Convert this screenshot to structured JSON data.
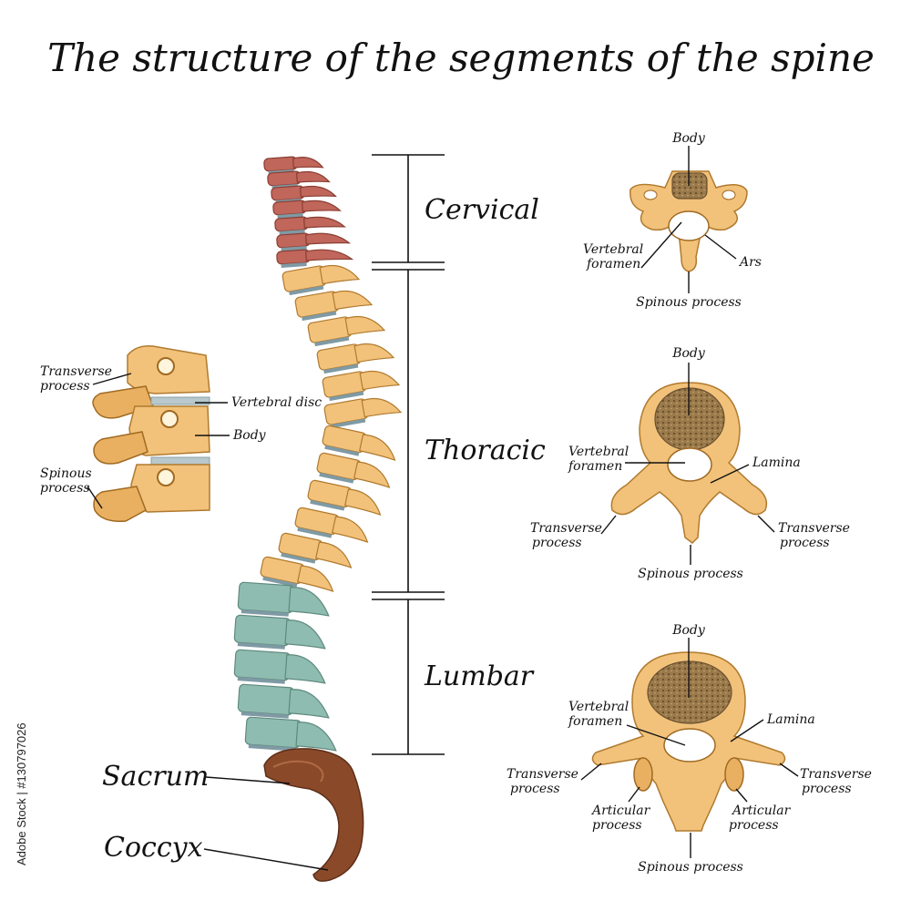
{
  "title": "The structure of the segments of the spine",
  "segments": {
    "cervical": "Cervical",
    "thoracic": "Thoracic",
    "lumbar": "Lumbar",
    "sacrum": "Sacrum",
    "coccyx": "Coccyx"
  },
  "side_view": {
    "transverse_process": [
      "Transverse",
      "process"
    ],
    "vertebral_disc": "Vertebral disc",
    "body": "Body",
    "spinous_process": [
      "Spinous",
      "process"
    ]
  },
  "cervical_vertebra": {
    "body": "Body",
    "vertebral_foramen": [
      "Vertebral",
      "foramen"
    ],
    "ars": "Ars",
    "spinous_process": "Spinous process"
  },
  "thoracic_vertebra": {
    "body": "Body",
    "vertebral_foramen": [
      "Vertebral",
      "foramen"
    ],
    "lamina": "Lamina",
    "transverse_process_left": [
      "Transverse",
      "process"
    ],
    "transverse_process_right": [
      "Transverse",
      "process"
    ],
    "spinous_process": "Spinous process"
  },
  "lumbar_vertebra": {
    "body": "Body",
    "vertebral_foramen": [
      "Vertebral",
      "foramen"
    ],
    "lamina": "Lamina",
    "transverse_process_left": [
      "Transverse",
      "process"
    ],
    "transverse_process_right": [
      "Transverse",
      "process"
    ],
    "articular_process_left": [
      "Articular",
      "process"
    ],
    "articular_process_right": [
      "Articular",
      "process"
    ],
    "spinous_process": "Spinous process"
  },
  "watermark": "Adobe Stock | #130797026",
  "colors": {
    "cervical": "#c0665a",
    "thoracic": "#f2c27b",
    "lumbar": "#8fbcb0",
    "sacrum": "#8a4a2a",
    "disc": "#7f9aa4",
    "bone": "#f2c27b"
  }
}
